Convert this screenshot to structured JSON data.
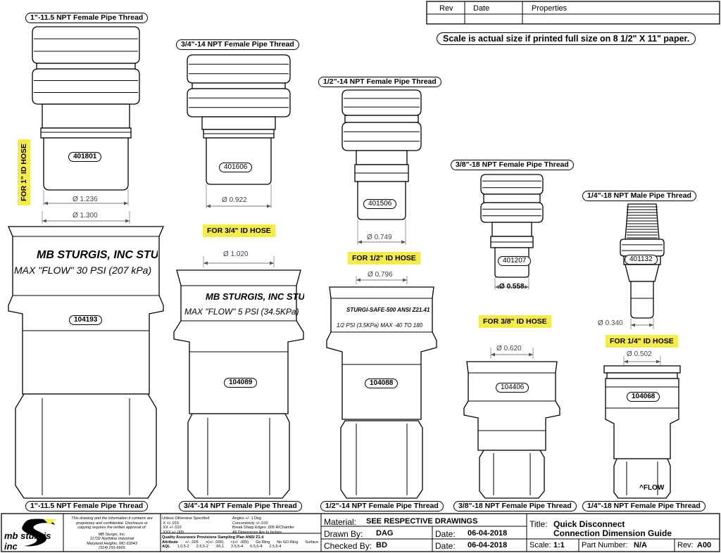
{
  "revision_table": {
    "rev": "Rev",
    "date": "Date",
    "properties": "Properties"
  },
  "scale_note": "Scale is actual size if printed full size on 8 1/2\" X 11\" paper.",
  "columns": [
    {
      "top_thread": "1\"-11.5 NPT Female Pipe Thread",
      "plug_part": "401801",
      "plug_dim": "1.236",
      "hose_label": "FOR 1\" ID HOSE",
      "coupler_dim": "1.300",
      "body_line1": "MB STURGIS, INC STU",
      "body_line2": "MAX \"FLOW\"   30 PSI (207 kPa)",
      "coupler_part": "104193",
      "bottom_thread": "1\"-11.5 NPT Female Pipe Thread"
    },
    {
      "top_thread": "3/4\"-14 NPT Female Pipe Thread",
      "plug_part": "401606",
      "plug_dim": "0.922",
      "hose_label": "FOR 3/4\" ID HOSE",
      "coupler_dim": "1.020",
      "body_line1": "MB STURGIS, INC STU",
      "body_line2": "MAX  \"FLOW\"  5 PSI (34.5KPa)",
      "coupler_part": "104089",
      "bottom_thread": "3/4\"-14 NPT Female Pipe Thread"
    },
    {
      "top_thread": "1/2\"-14 NPT Female Pipe Thread",
      "plug_part": "401506",
      "plug_dim": "0.749",
      "hose_label": "FOR 1/2\" ID HOSE",
      "coupler_dim": "0.796",
      "body_line1": "STURGI-SAFE-500   ANSI Z21.41",
      "body_line2": "1/2 PSI (3.5KPa) MAX -40 TO 180",
      "coupler_part": "104088",
      "bottom_thread": "1/2\"-14 NPT Female Pipe Thread"
    },
    {
      "top_thread": "3/8\"-18 NPT Female Pipe Thread",
      "plug_part": "401207",
      "plug_dim": "0.558",
      "hose_label": "FOR 3/8\" ID HOSE",
      "coupler_dim": "0.620",
      "coupler_part": "104406",
      "bottom_thread": "3/8\"-18 NPT Female Pipe Thread"
    },
    {
      "top_thread": "1/4\"-18 NPT Male Pipe Thread",
      "plug_part": "401132",
      "plug_dim": "0.340",
      "hose_label": "FOR 1/4\" ID HOSE",
      "coupler_dim": "0.502",
      "coupler_part": "104068",
      "body_line2": "^FLOW",
      "bottom_thread": "1/4\"-18 NPT Female Pipe Thread"
    }
  ],
  "diameter_symbol": "Ø",
  "logo": {
    "text": "mb sturgis inc",
    "letter": "S"
  },
  "company_block": {
    "notice": [
      "This drawing and the information it contains are",
      "proprietary and confidential.  Disclosure or",
      "copying requires the written approval of:"
    ],
    "name": "MB Sturgis, Inc.",
    "address": [
      "11722 Northline Industrial",
      "Maryland Heights, MO 63043",
      "(314) 291-6665"
    ]
  },
  "tolerances": {
    "left": [
      "Unless Otherwise Specified",
      ".X      +/-.015",
      ".XX     +/-.010",
      ".XXX    +/-.005"
    ],
    "right": [
      "Angles +/- 1 Deg",
      "Concentricity +/-.010",
      "Break Sharp Edges .005 R/Chamfer",
      "All Dimensions Are In Inches"
    ]
  },
  "qa": {
    "title": "Quality Assurance Provisions Sampling Plan ANSI Z1.4",
    "attr_row": [
      "Attribute",
      "+/- .005",
      ">(+/- .005)",
      "<(+/- .005)",
      "Go Ring",
      "No GO Ring",
      "Surface"
    ],
    "aql_row": [
      "AQL",
      "1.0,5-2",
      "2.5,5-2",
      ".65,1",
      "2.5,5-4",
      "6.5,5-4",
      "2.5,5-4"
    ]
  },
  "title_block": {
    "material_label": "Material:",
    "material_value": "SEE RESPECTIVE DRAWINGS",
    "drawn_label": "Drawn By:",
    "drawn_value": "DAG",
    "date_label": "Date:",
    "drawn_date": "06-04-2018",
    "checked_label": "Checked By:",
    "checked_value": "BD",
    "checked_date": "06-04-2018",
    "title_label": "Title:",
    "title_line1": "Quick Disconnect",
    "title_line2": "Connection Dimension Guide",
    "scale_label": "Scale:",
    "scale_value": "1:1",
    "part_label": "Part Number:",
    "part_value": "N/A",
    "rev_label": "Rev:",
    "rev_value": "A00"
  },
  "colors": {
    "highlight": "#f5ec4c",
    "line": "#000000",
    "dim_line": "#555555"
  }
}
